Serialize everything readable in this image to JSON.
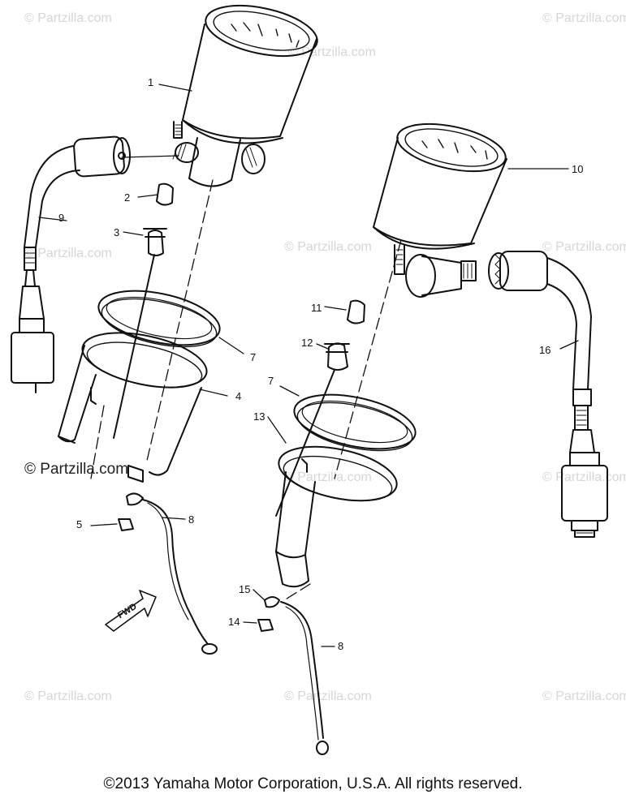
{
  "watermark": {
    "text": "© Partzilla.com",
    "prominent_text": "© Partzilla.com"
  },
  "callouts": {
    "p1": "1",
    "p2": "2",
    "p3": "3",
    "p4": "4",
    "p5": "5",
    "p7a": "7",
    "p7b": "7",
    "p8a": "8",
    "p8b": "8",
    "p9": "9",
    "p10": "10",
    "p11": "11",
    "p12": "12",
    "p13": "13",
    "p14": "14",
    "p15": "15",
    "p16": "16"
  },
  "fwd_arrow": {
    "label": "FWD"
  },
  "footer": {
    "copyright": "©2013  Yamaha Motor Corporation, U.S.A. All rights reserved."
  },
  "colors": {
    "line": "#111111",
    "watermark": "#d6d6d6",
    "background": "#ffffff"
  }
}
